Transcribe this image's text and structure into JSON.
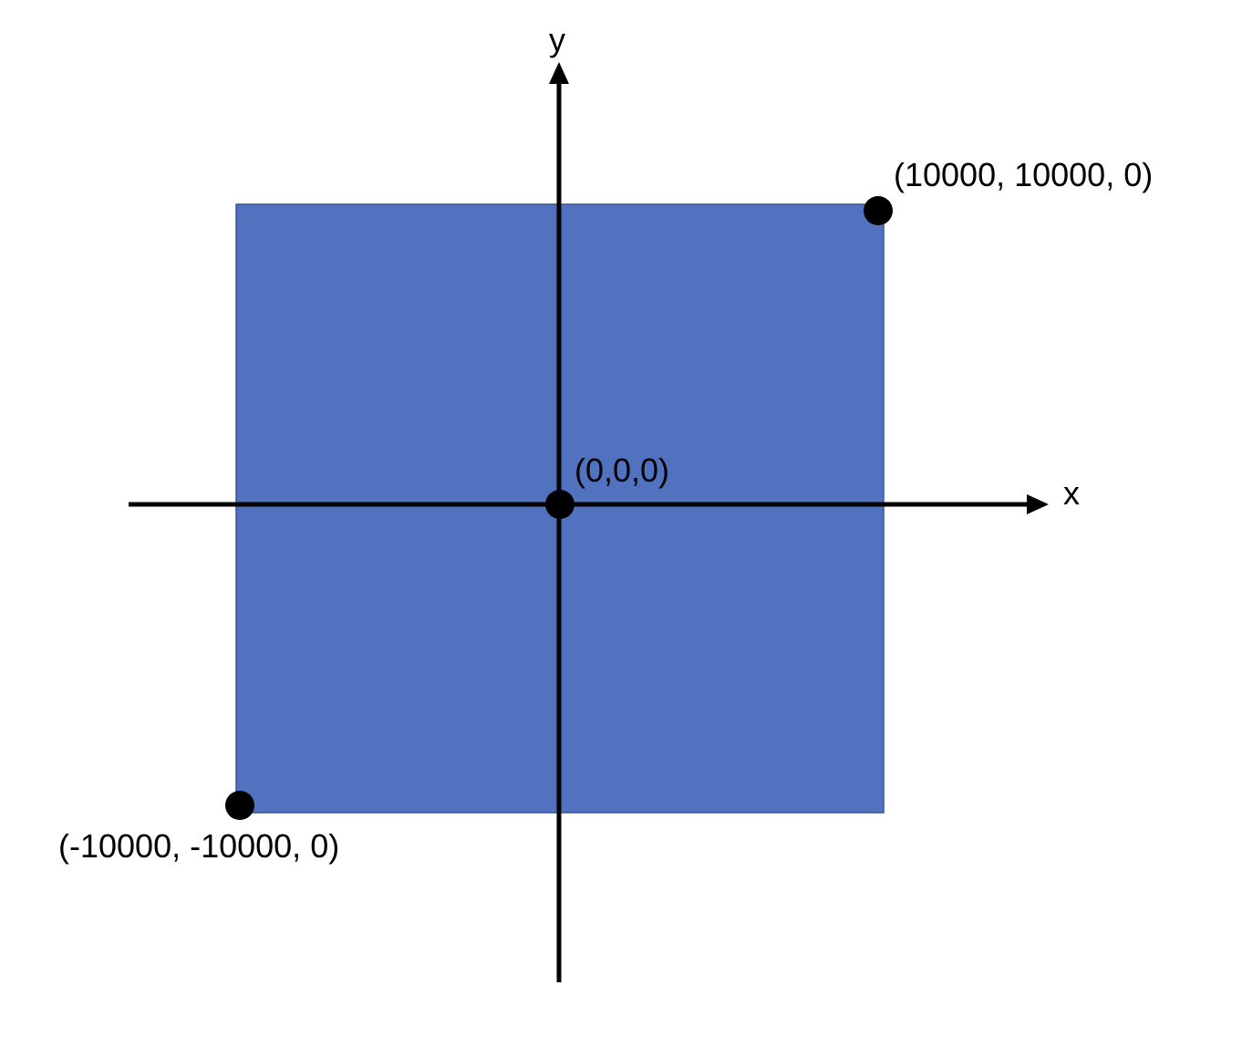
{
  "diagram": {
    "axes": {
      "x_label": "x",
      "y_label": "y"
    },
    "plane": {
      "fill_color": "#5172BE",
      "edge_color": "#3A5592"
    },
    "points": [
      {
        "label": "(10000, 10000, 0)"
      },
      {
        "label": "(0,0,0)"
      },
      {
        "label": "(-10000, -10000, 0)"
      }
    ],
    "colors": {
      "axis": "#000000",
      "point": "#000000"
    }
  }
}
